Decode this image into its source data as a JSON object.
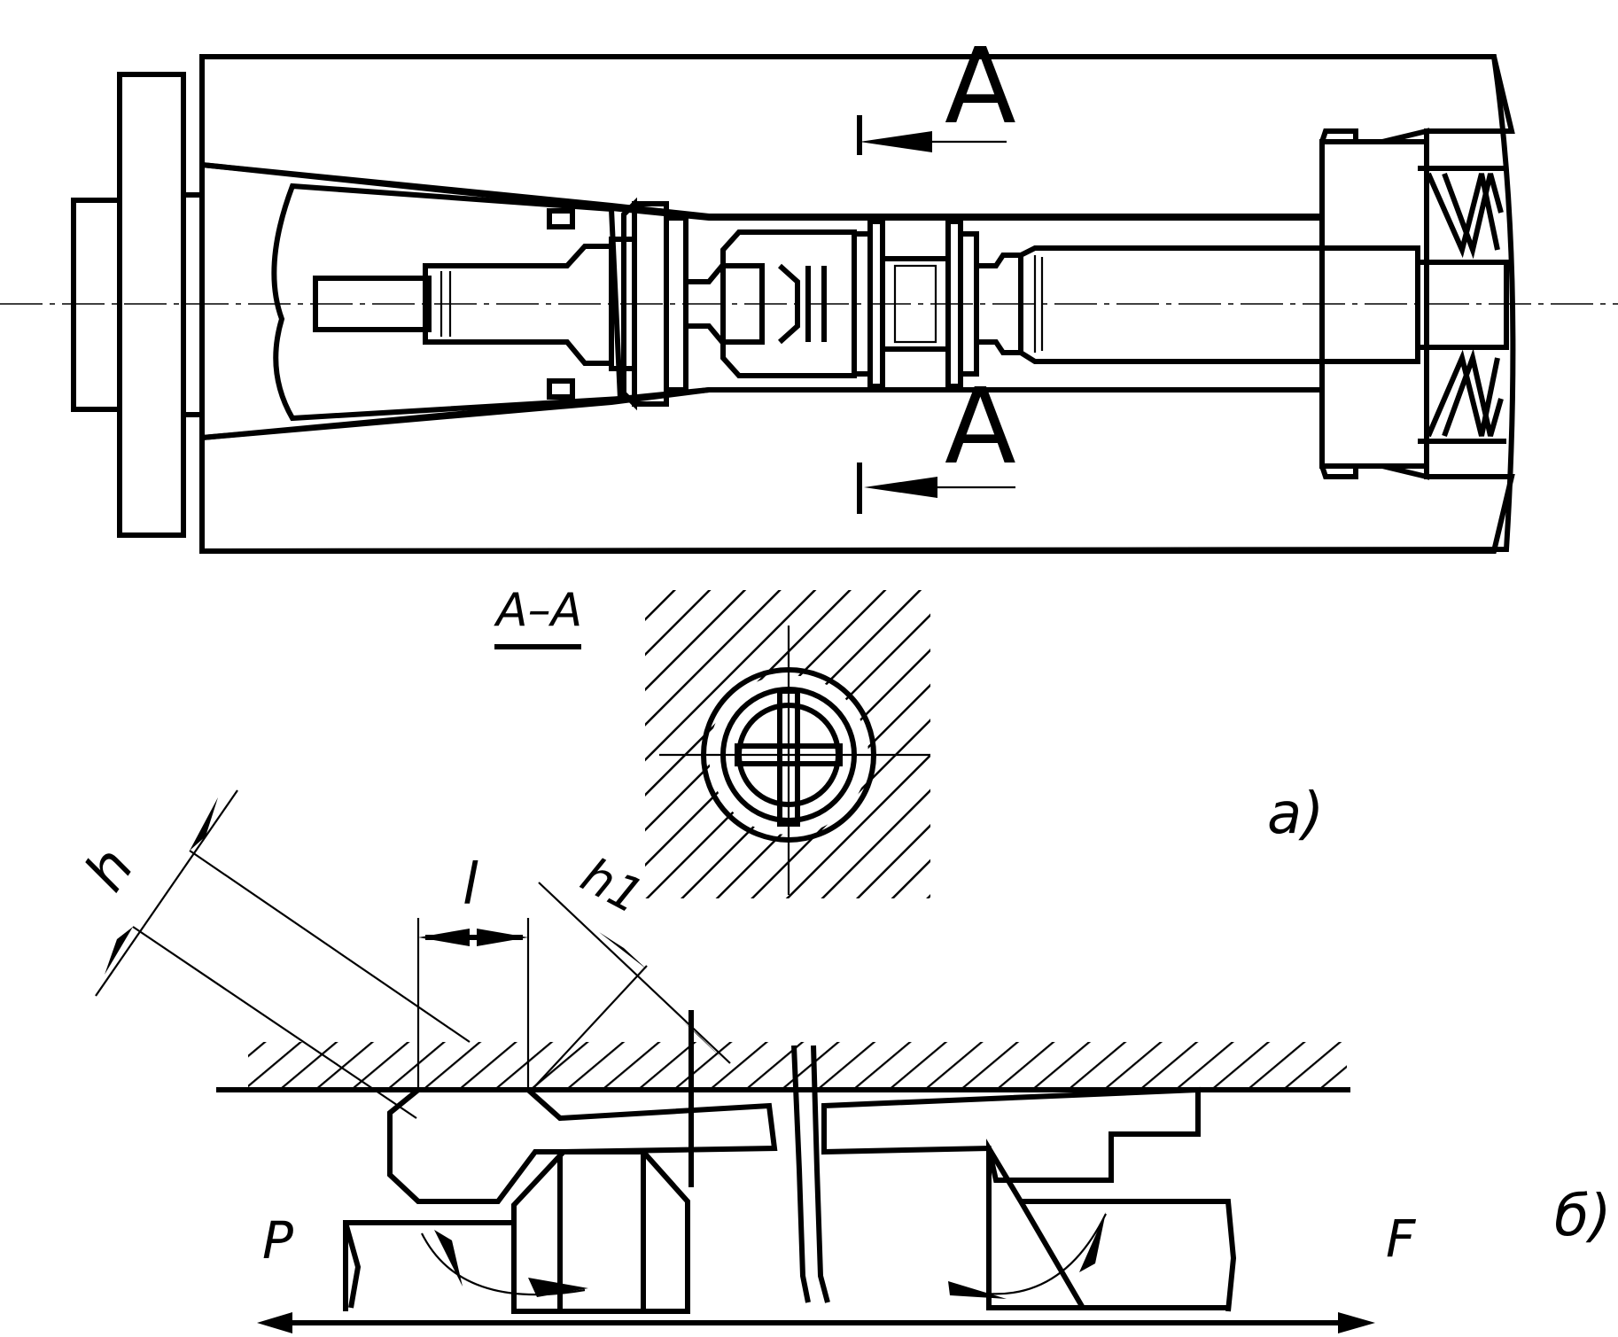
{
  "labels": {
    "section_mark_top": "A",
    "section_mark_bottom": "A",
    "section_title": "A–A",
    "view_a": "a)",
    "view_b": "б)",
    "dim_h": "h",
    "dim_l": "l",
    "dim_h1": "h1",
    "force_p": "P",
    "force_f": "F"
  },
  "colors": {
    "ink": "#000000",
    "paper": "#ffffff"
  }
}
